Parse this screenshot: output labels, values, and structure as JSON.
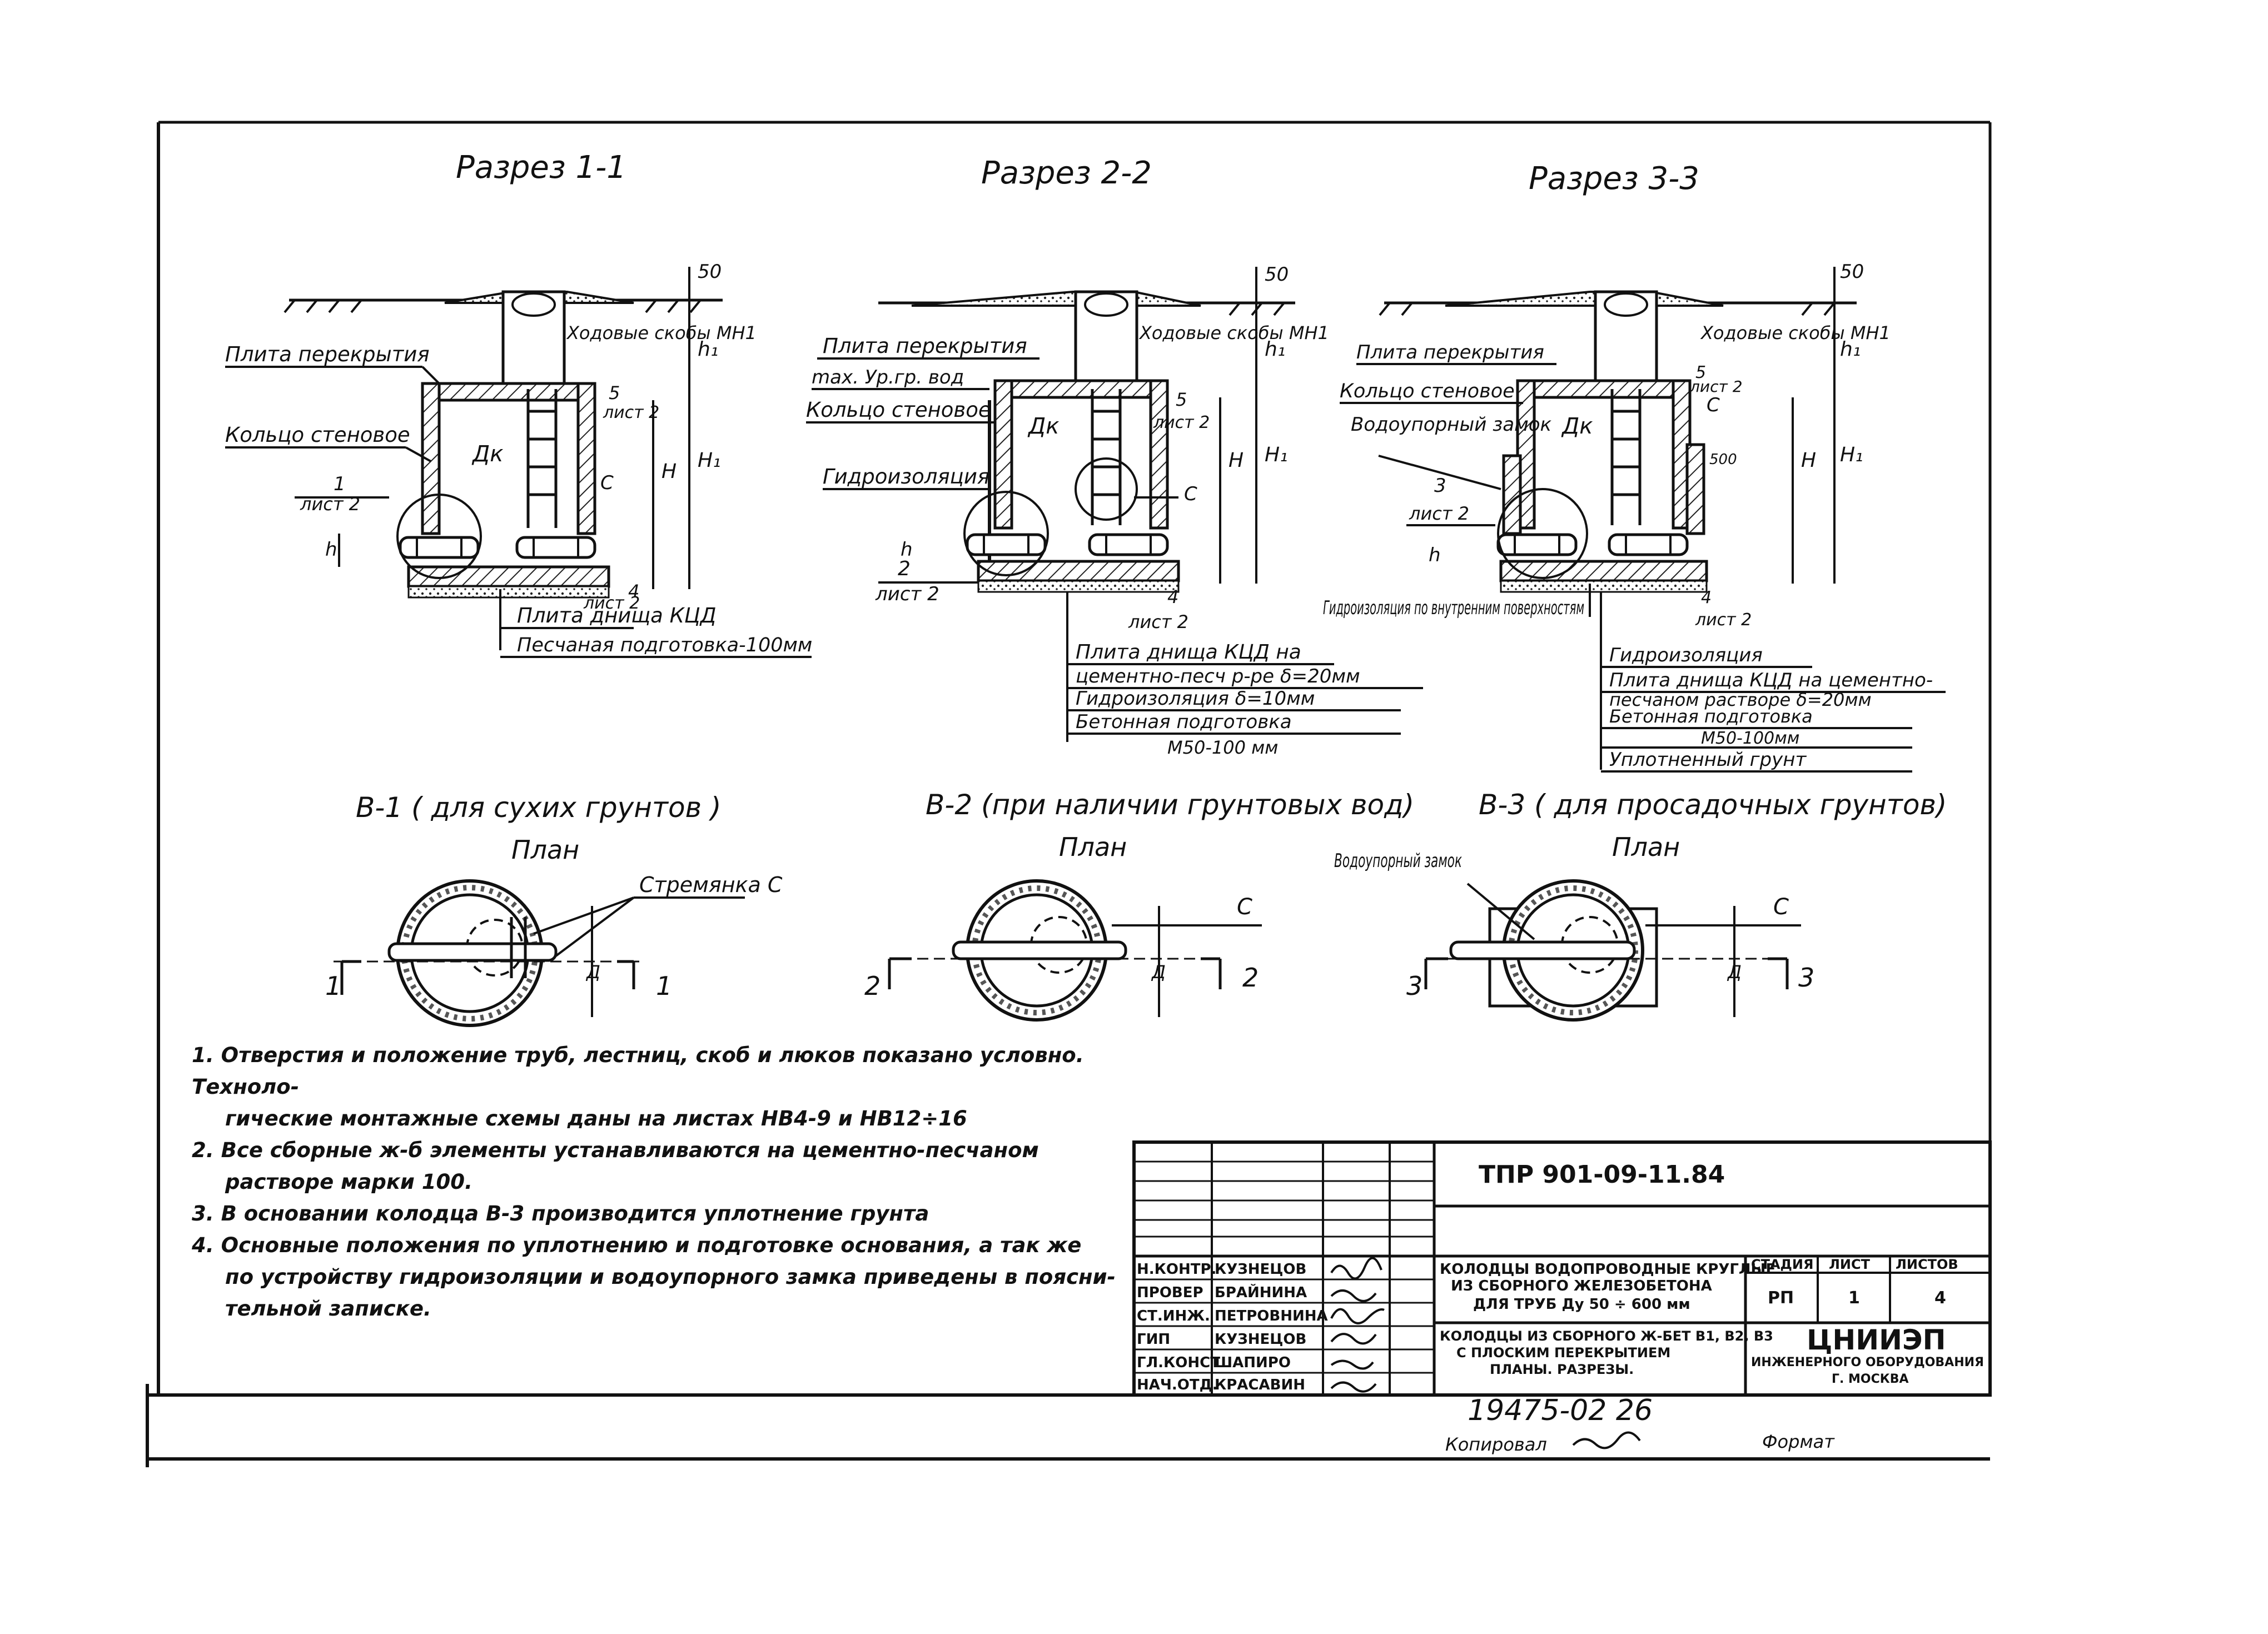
{
  "sections": {
    "s1": {
      "title": "Разрез 1-1",
      "dim_top": "50",
      "dim_h1": "h₁",
      "dim_H1": "H₁",
      "dim_H": "H",
      "dim_h": "h",
      "dk": "Дк",
      "c": "С",
      "label_slab": "Плита перекрытия",
      "label_steps": "Ходовые скобы МН1",
      "label_ring": "Кольцо стеновое",
      "ref_5": "5",
      "ref_5_sheet": "лист 2",
      "ref_1": "1",
      "ref_1_sheet": "лист 2",
      "ref_4": "4",
      "ref_4_sheet": "лист 2",
      "label_base": "Плита днища КЦД",
      "label_sand": "Песчаная подготовка-100мм"
    },
    "s2": {
      "title": "Разрез 2-2",
      "dim_top": "50",
      "dim_h1": "h₁",
      "dim_H1": "H₁",
      "dim_H": "H",
      "dim_h": "h",
      "dk": "Дк",
      "c": "С",
      "label_slab": "Плита перекрытия",
      "label_gw": "max. Ур.гр. вод",
      "label_ring": "Кольцо стеновое",
      "label_waterproof": "Гидроизоляция",
      "label_steps": "Ходовые скобы МН1",
      "ref_5": "5",
      "ref_5_sheet": "лист 2",
      "ref_2": "2",
      "ref_2_sheet": "лист 2",
      "ref_4": "4",
      "ref_4_sheet": "лист 2",
      "spec": [
        "Плита днища КЦД на",
        "цементно-песч р-ре δ=20мм",
        "Гидроизоляция δ=10мм",
        "Бетонная подготовка",
        "М50-100 мм"
      ]
    },
    "s3": {
      "title": "Разрез 3-3",
      "dim_top": "50",
      "dim_h1": "h₁",
      "dim_H1": "H₁",
      "dim_H": "H",
      "dim_h": "h",
      "dk": "Дк",
      "c": "С",
      "dim_500": "500",
      "label_slab": "Плита перекрытия",
      "label_ring": "Кольцо стеновое",
      "label_lock": "Водоупорный замок",
      "label_steps": "Ходовые скобы МН1",
      "ref_5": "5",
      "ref_5_sheet": "лист 2",
      "ref_3": "3",
      "ref_3_sheet": "лист 2",
      "ref_4": "4",
      "ref_4_sheet": "лист 2",
      "label_inner_wp": "Гидроизоляция по внутренним поверхностям",
      "spec": [
        "Гидроизоляция",
        "Плита днища КЦД на цементно-",
        "песчаном растворе δ=20мм",
        "Бетонная подготовка",
        "М50-100мм",
        "Уплотненный грунт"
      ]
    }
  },
  "plans": {
    "p1": {
      "heading": "В-1 ( для сухих грунтов )",
      "plan": "План",
      "label": "Стремянка С",
      "d": "Д",
      "cut_l": "1",
      "cut_r": "1"
    },
    "p2": {
      "heading": "В-2 (при наличии грунтовых вод)",
      "plan": "План",
      "label": "С",
      "d": "Д",
      "cut_l": "2",
      "cut_r": "2"
    },
    "p3": {
      "heading": "В-3 ( для просадочных грунтов)",
      "plan": "План",
      "label": "Водоупорный замок",
      "c": "С",
      "d": "Д",
      "cut_l": "3",
      "cut_r": "3"
    }
  },
  "notes": [
    "1. Отверстия и положение труб, лестниц, скоб и люков показано условно. Техноло-",
    "гические монтажные схемы даны на листах НВ4-9 и НВ12÷16",
    "2. Все сборные ж-б элементы устанавливаются на цементно-песчаном",
    "растворе марки 100.",
    "3. В основании колодца В-3 производится уплотнение грунта",
    "4. Основные положения по уплотнению и подготовке основания, а так же",
    "по устройству гидроизоляции и водоупорного замка приведены в поясни-",
    "тельной записке."
  ],
  "title_block": {
    "code": "ТПР 901-09-11.84",
    "staff": [
      {
        "role": "Н.КОНТР.",
        "name": "КУЗНЕЦОВ"
      },
      {
        "role": "ПРОВЕР",
        "name": "БРАЙНИНА"
      },
      {
        "role": "СТ.ИНЖ.",
        "name": "ПЕТРОВНИНА"
      },
      {
        "role": "ГИП",
        "name": "КУЗНЕЦОВ"
      },
      {
        "role": "ГЛ.КОНСТ",
        "name": "ШАПИРО"
      },
      {
        "role": "НАЧ.ОТД.",
        "name": "КРАСАВИН"
      }
    ],
    "title_l1": "КОЛОДЦЫ ВОДОПРОВОДНЫЕ КРУГЛЫЕ",
    "title_l2": "ИЗ СБОРНОГО ЖЕЛЕЗОБЕТОНА",
    "title_l3": "ДЛЯ ТРУБ Ду 50 ÷ 600 мм",
    "sub_l1": "КОЛОДЦЫ ИЗ СБОРНОГО Ж-БЕТ В1, В2, В3",
    "sub_l2": "С ПЛОСКИМ ПЕРЕКРЫТИЕМ",
    "sub_l3": "ПЛАНЫ. РАЗРЕЗЫ.",
    "h_stage": "СТАДИЯ",
    "h_sheet": "ЛИСТ",
    "h_sheets": "ЛИСТОВ",
    "stage": "РП",
    "sheet": "1",
    "sheets": "4",
    "org": "ЦНИИЭП",
    "org_l2": "ИНЖЕНЕРНОГО ОБОРУДОВАНИЯ",
    "org_l3": "Г. МОСКВА"
  },
  "footer": {
    "archive": "19475-02 26",
    "copied": "Копировал",
    "format": "Формат"
  }
}
